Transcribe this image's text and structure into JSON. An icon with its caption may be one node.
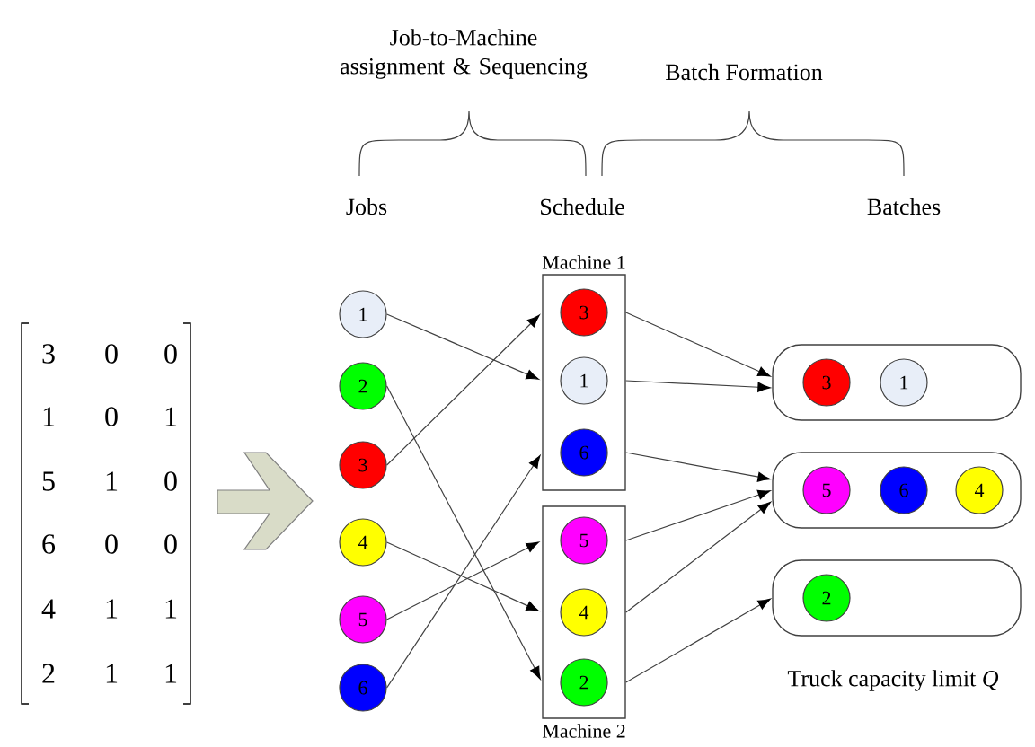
{
  "diagram": {
    "nodes": [
      {
        "text": [
          "1"
        ]
      },
      {
        "text": [
          "2"
        ]
      },
      {
        "text": [
          "3"
        ]
      },
      {
        "text": [
          "4"
        ]
      },
      {
        "text": [
          "5"
        ]
      },
      {
        "text": [
          "6"
        ]
      },
      {
        "text": [
          "Machine 1"
        ]
      },
      {
        "text": [
          "3"
        ],
        "in": 6
      },
      {
        "text": [
          "1"
        ],
        "in": 6
      },
      {
        "text": [
          "6"
        ],
        "in": 6
      },
      {
        "text": [
          "Machine 2"
        ]
      },
      {
        "text": [
          "5"
        ],
        "in": 10
      },
      {
        "text": [
          "4"
        ],
        "in": 10
      },
      {
        "text": [
          "2"
        ],
        "in": 10
      },
      {
        "text": [],
        "shape": "box"
      },
      {
        "text": [
          "3"
        ],
        "in": 14
      },
      {
        "text": [
          "1"
        ],
        "in": 14
      },
      {
        "text": [],
        "shape": "box"
      },
      {
        "text": [
          "5"
        ],
        "in": 17
      },
      {
        "text": [
          "6"
        ],
        "in": 17
      },
      {
        "text": [
          "4"
        ],
        "in": 17
      },
      {
        "text": [],
        "shape": "box"
      },
      {
        "text": [
          "2"
        ],
        "in": 21
      }
    ],
    "edges": [
      {
        "from": 0,
        "to": 8,
        "arrow": "to"
      },
      {
        "from": 1,
        "to": 13,
        "arrow": "to"
      },
      {
        "from": 2,
        "to": 7,
        "arrow": "to"
      },
      {
        "from": 3,
        "to": 12,
        "arrow": "to"
      },
      {
        "from": 4,
        "to": 11,
        "arrow": "to"
      },
      {
        "from": 5,
        "to": 9,
        "arrow": "to"
      },
      {
        "from": 7,
        "to": 14,
        "arrow": "to"
      },
      {
        "from": 8,
        "to": 14,
        "arrow": "to"
      },
      {
        "from": 9,
        "to": 17,
        "arrow": "to"
      },
      {
        "from": 11,
        "to": 17,
        "arrow": "to"
      },
      {
        "from": 12,
        "to": 17,
        "arrow": "to"
      },
      {
        "from": 13,
        "to": 21,
        "arrow": "to"
      }
    ],
    "labels": [
      "Job-to-Machine assignment & Sequencing",
      "Batch Formation",
      "Jobs",
      "Schedule",
      "Batches",
      "3",
      "0",
      "0",
      "1",
      "0",
      "1",
      "5",
      "1",
      "0",
      "6",
      "0",
      "0",
      "4",
      "1",
      "1",
      "2",
      "1",
      "1",
      "Truck capacity limit *Q*"
    ]
  }
}
